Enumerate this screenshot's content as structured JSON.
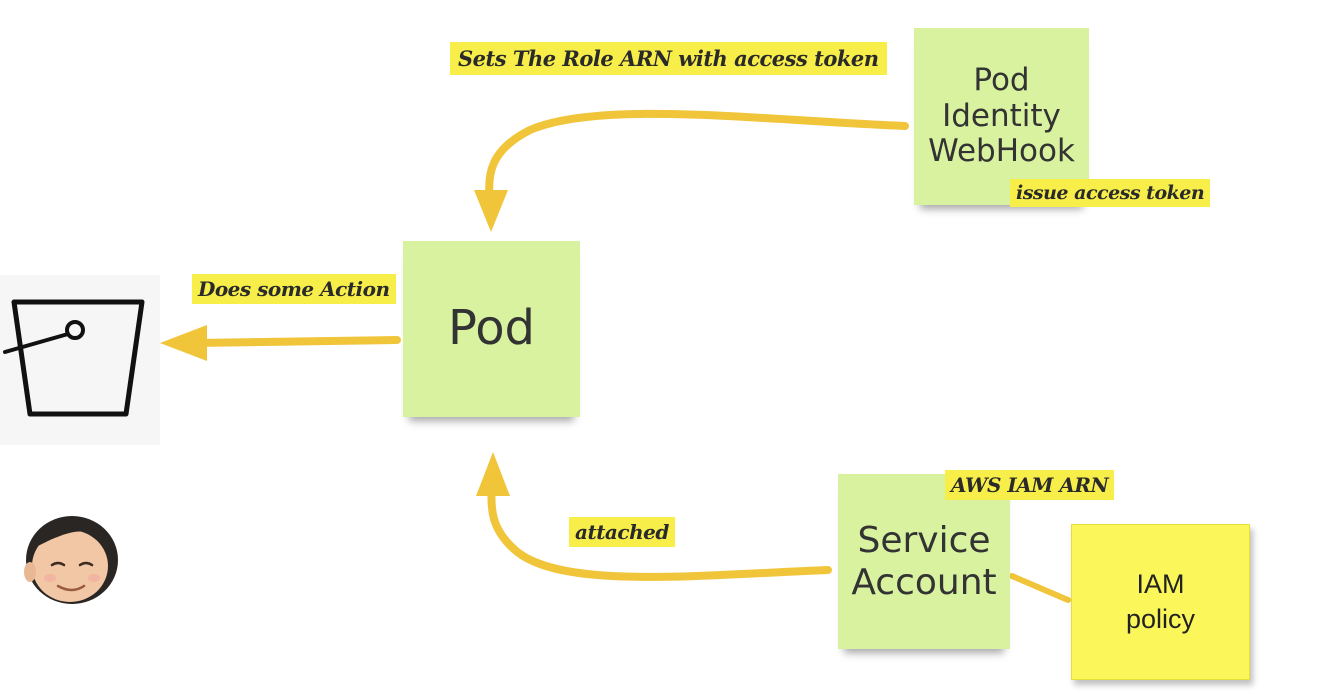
{
  "nodes": {
    "webhook": {
      "lines": [
        "Pod",
        "Identity",
        "WebHook"
      ]
    },
    "pod": {
      "label": "Pod"
    },
    "service_account": {
      "lines": [
        "Service",
        "Account"
      ]
    },
    "iam_policy": {
      "lines": [
        "IAM",
        "policy"
      ]
    }
  },
  "labels": {
    "sets_role": "Sets The Role ARN with access token",
    "issue_token": "issue access token",
    "does_action": "Does some Action",
    "attached": "attached",
    "aws_iam_arn": "AWS IAM ARN"
  },
  "icons": {
    "bucket": "bucket-icon",
    "avatar": "avatar-icon"
  },
  "colors": {
    "sticky_green": "#d9f2a0",
    "sticky_yellow": "#fbf65a",
    "highlight": "#f7ee4a",
    "arrow": "#f0c53a"
  }
}
